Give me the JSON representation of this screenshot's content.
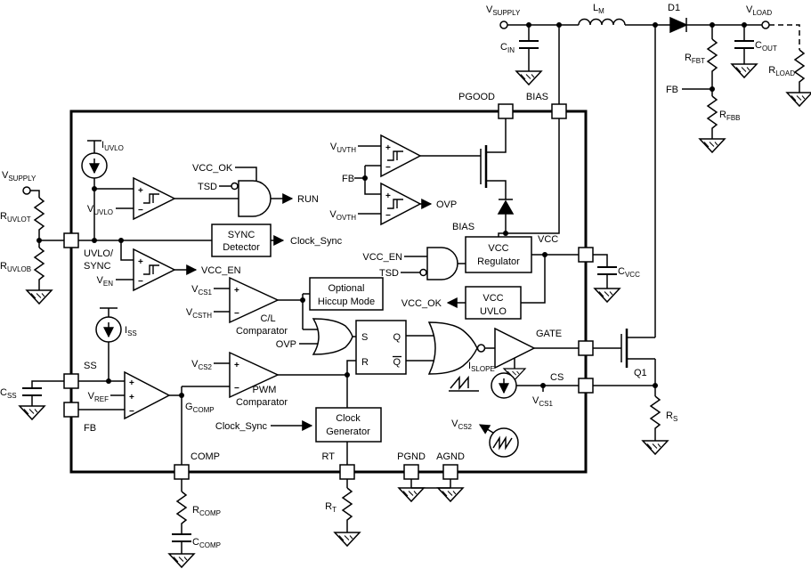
{
  "labels": {
    "v_supply": {
      "m": "V",
      "s": "SUPPLY"
    },
    "c_in": {
      "m": "C",
      "s": "IN"
    },
    "l_m": {
      "m": "L",
      "s": "M"
    },
    "d1": "D1",
    "v_load": {
      "m": "V",
      "s": "LOAD"
    },
    "c_out": {
      "m": "C",
      "s": "OUT"
    },
    "r_load": {
      "m": "R",
      "s": "LOAD"
    },
    "r_fbt": {
      "m": "R",
      "s": "FBT"
    },
    "r_fbb": {
      "m": "R",
      "s": "FBB"
    },
    "fb": "FB",
    "r_uvlot": {
      "m": "R",
      "s": "UVLOT"
    },
    "r_uvlob": {
      "m": "R",
      "s": "UVLOB"
    },
    "c_ss": {
      "m": "C",
      "s": "SS"
    },
    "i_uvlo": {
      "m": "I",
      "s": "UVLO"
    },
    "v_uvlo": {
      "m": "V",
      "s": "UVLO"
    },
    "v_en": {
      "m": "V",
      "s": "EN"
    },
    "i_ss": {
      "m": "I",
      "s": "SS"
    },
    "v_ref": {
      "m": "V",
      "s": "REF"
    },
    "g_comp": {
      "m": "G",
      "s": "COMP"
    },
    "v_uvth": {
      "m": "V",
      "s": "UVTH"
    },
    "v_ovth": {
      "m": "V",
      "s": "OVTH"
    },
    "v_cs1": {
      "m": "V",
      "s": "CS1"
    },
    "v_csth": {
      "m": "V",
      "s": "CSTH"
    },
    "v_cs2": {
      "m": "V",
      "s": "CS2"
    },
    "i_slope": {
      "m": "I",
      "s": "SLOPE"
    },
    "c_vcc": {
      "m": "C",
      "s": "VCC"
    },
    "r_s": {
      "m": "R",
      "s": "S"
    },
    "r_t": {
      "m": "R",
      "s": "T"
    },
    "r_comp": {
      "m": "R",
      "s": "COMP"
    },
    "c_comp": {
      "m": "C",
      "s": "COMP"
    },
    "q1": "Q1",
    "tsd": "TSD",
    "vcc_ok": "VCC_OK",
    "run": "RUN",
    "clock_sync": "Clock_Sync",
    "vcc_en": "VCC_EN",
    "ovp": "OVP",
    "bias_net": "BIAS"
  },
  "pins": {
    "uvlo_sync": [
      "UVLO/",
      "SYNC"
    ],
    "ss": "SS",
    "fb": "FB",
    "comp": "COMP",
    "rt": "RT",
    "pgnd": "PGND",
    "agnd": "AGND",
    "pgood": "PGOOD",
    "bias": "BIAS",
    "vcc": "VCC",
    "gate": "GATE",
    "cs": "CS"
  },
  "blocks": {
    "sync_detector": [
      "SYNC",
      "Detector"
    ],
    "hiccup": [
      "Optional",
      "Hiccup Mode"
    ],
    "vcc_regulator": [
      "VCC",
      "Regulator"
    ],
    "vcc_uvlo": [
      "VCC",
      "UVLO"
    ],
    "clock_generator": [
      "Clock",
      "Generator"
    ],
    "cl_comparator": [
      "C/L",
      "Comparator"
    ],
    "pwm_comparator": [
      "PWM",
      "Comparator"
    ],
    "latch": {
      "s": "S",
      "r": "R",
      "q": "Q",
      "qb": "Q"
    }
  },
  "marks": {
    "plus": "+",
    "minus": "−"
  }
}
